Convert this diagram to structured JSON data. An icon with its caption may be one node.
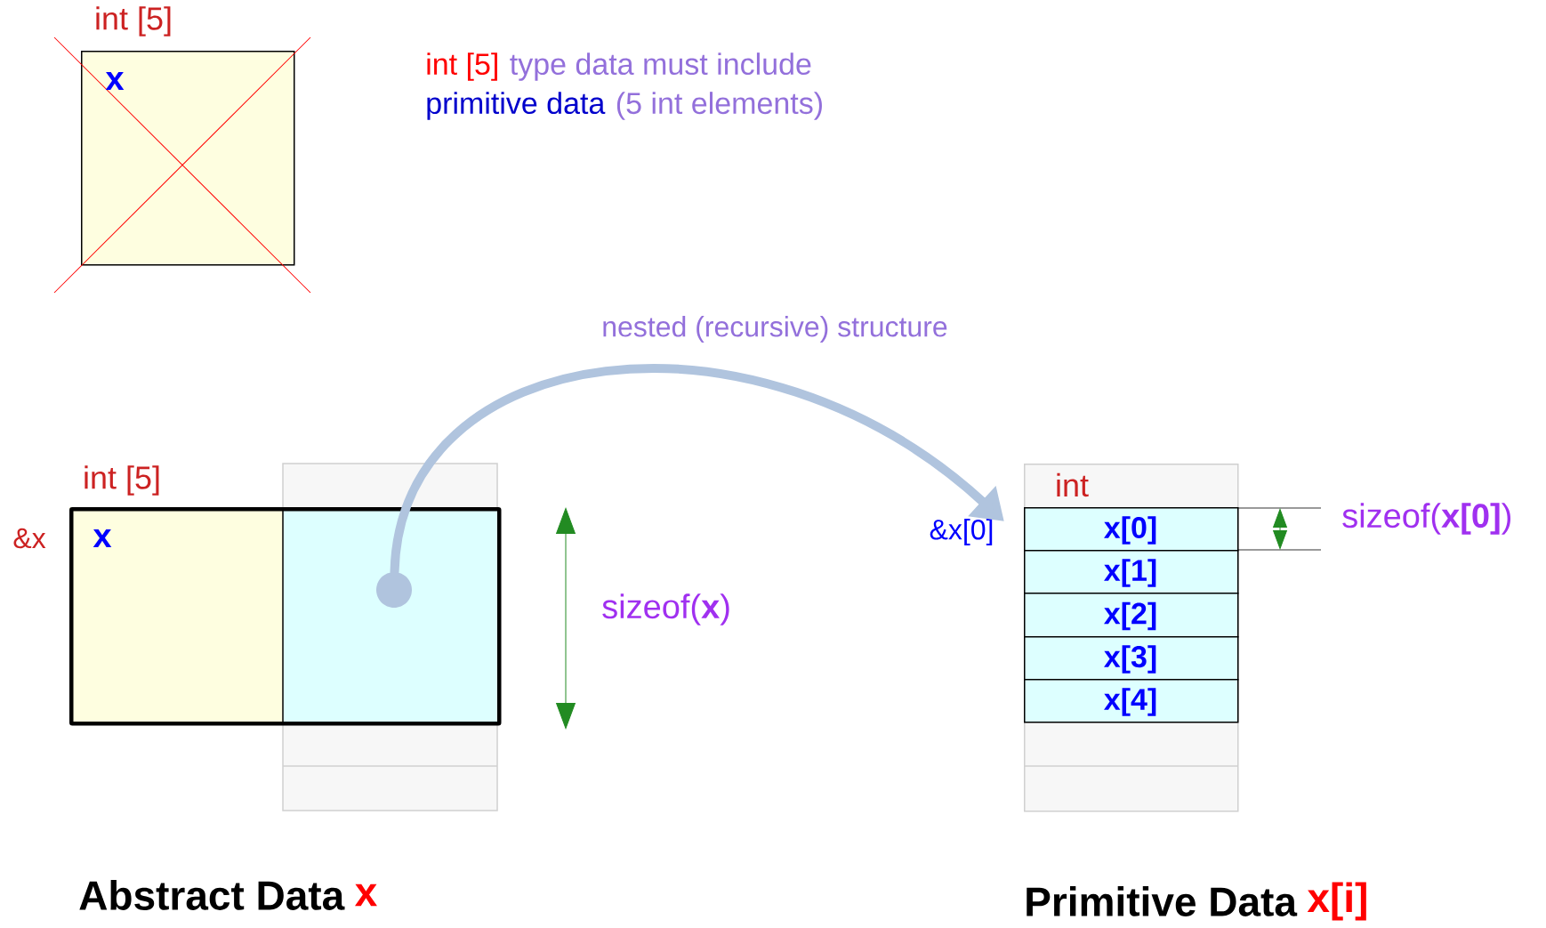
{
  "diagram": {
    "nodes": [
      {
        "text": [
          "int [5]",
          "x"
        ]
      },
      {
        "text": [
          "int [5]",
          "x"
        ],
        "beside": [
          "&x"
        ]
      },
      {
        "text": [],
        "shape": "circle",
        "in": 1
      },
      {
        "text": [
          "int"
        ],
        "beside": [
          "&x[0]"
        ]
      },
      {
        "text": [
          "x[0]"
        ],
        "in": 3
      },
      {
        "text": [
          "x[1]"
        ],
        "in": 3
      },
      {
        "text": [
          "x[2]"
        ],
        "in": 3
      },
      {
        "text": [
          "x[3]"
        ],
        "in": 3
      },
      {
        "text": [
          "x[4]"
        ],
        "in": 3
      }
    ],
    "edges": [
      {
        "from": 2,
        "to": 3,
        "arrow": "to",
        "label": "nested (recursive) structure",
        "color": "#b0c4de"
      }
    ],
    "labels": [
      "int [5]",
      "type data must include",
      "primitive data",
      "(5 int elements)",
      "sizeof(**x**)",
      "sizeof(**x[0]**)",
      "Abstract Data",
      "x",
      "Primitive Data",
      "x[i]"
    ]
  }
}
